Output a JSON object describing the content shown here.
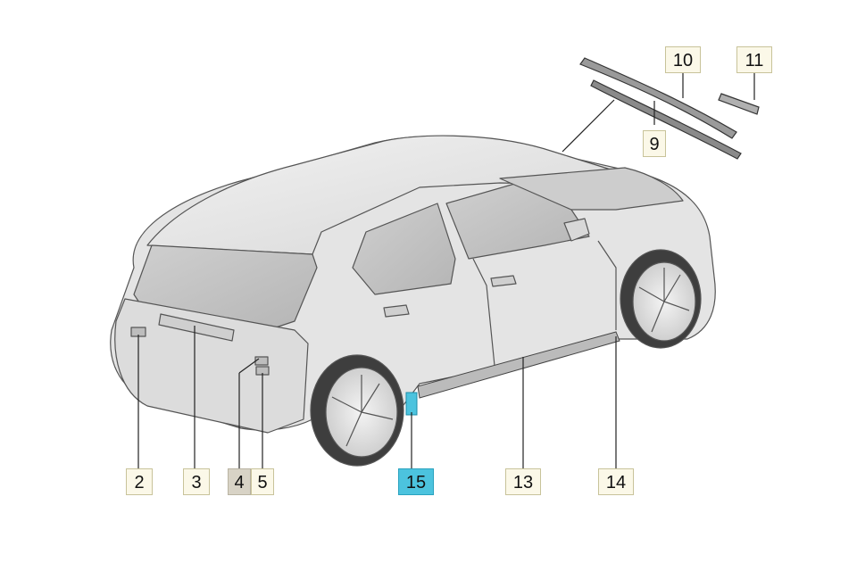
{
  "callouts": {
    "c2": "2",
    "c3": "3",
    "c4": "4",
    "c5": "5",
    "c9": "9",
    "c10": "10",
    "c11": "11",
    "c13": "13",
    "c14": "14",
    "c15": "15"
  },
  "colors": {
    "highlight_selected": "#4cc3de",
    "highlight_secondary": "#d8d3c6",
    "callout_background": "#fbf8e8",
    "car_body": "#e6e6e6",
    "outline": "#444444"
  }
}
